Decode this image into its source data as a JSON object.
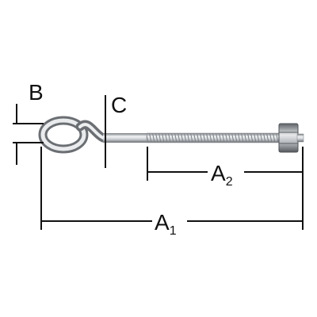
{
  "labels": {
    "b": "B",
    "c": "C",
    "a2_main": "A",
    "a2_sub": "2",
    "a1_main": "A",
    "a1_sub": "1"
  },
  "colors": {
    "steel_dark": "#6b6f73",
    "steel_mid": "#b9bdc1",
    "steel_light": "#eef0f2",
    "dimension": "#111111"
  }
}
